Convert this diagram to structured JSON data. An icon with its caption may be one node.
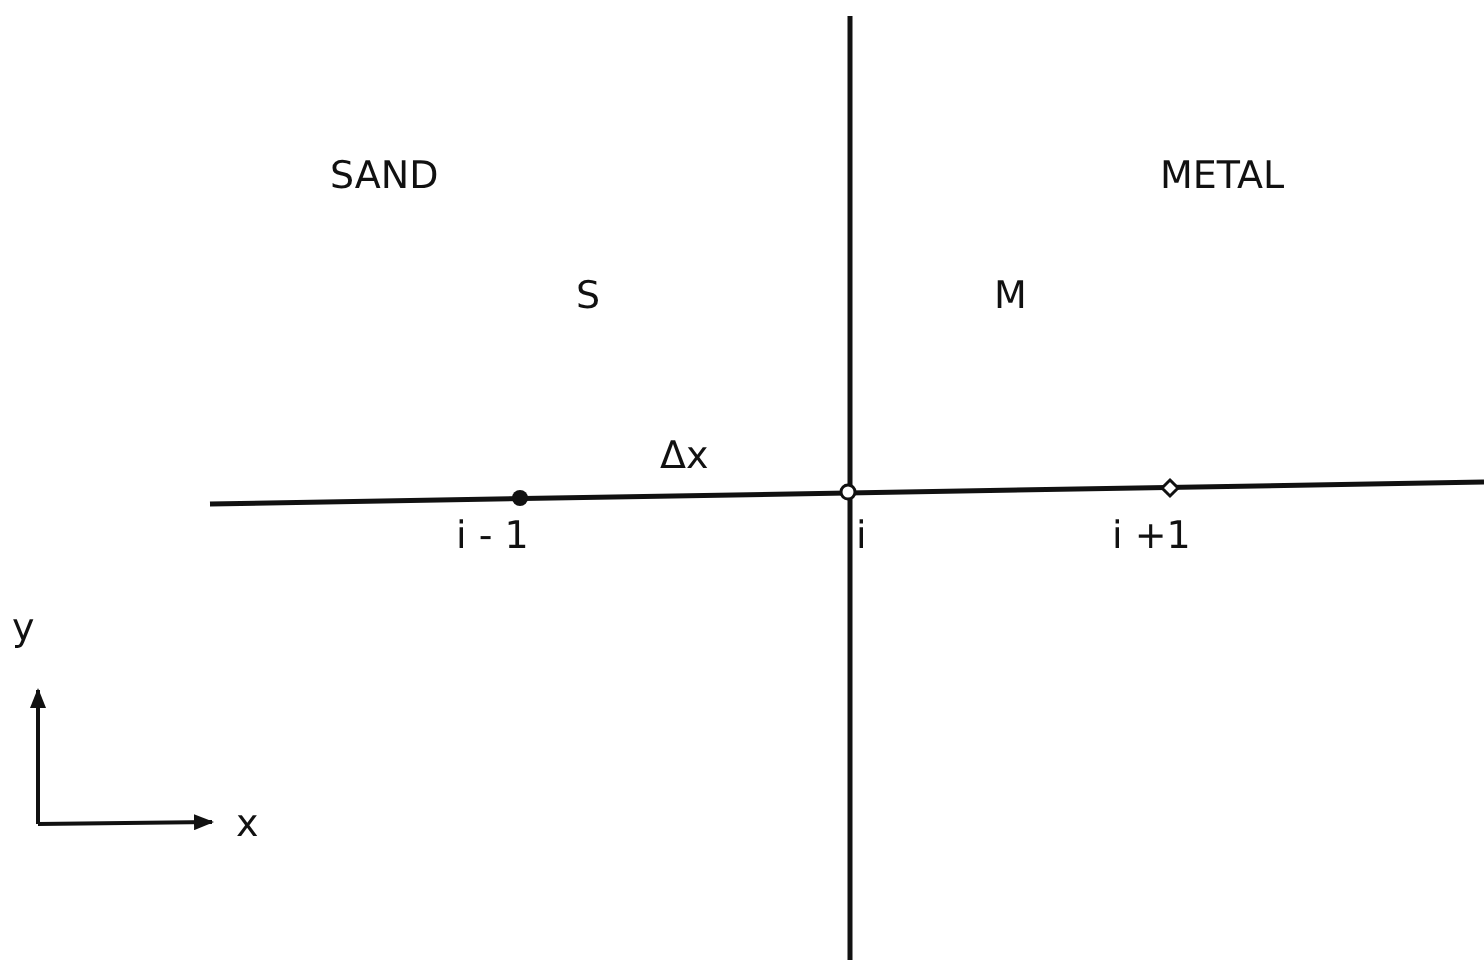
{
  "diagram": {
    "labels": [
      "SAND",
      "METAL",
      "S",
      "M",
      "Δx",
      "i - 1",
      "i",
      "i +1",
      "y",
      "x"
    ]
  }
}
